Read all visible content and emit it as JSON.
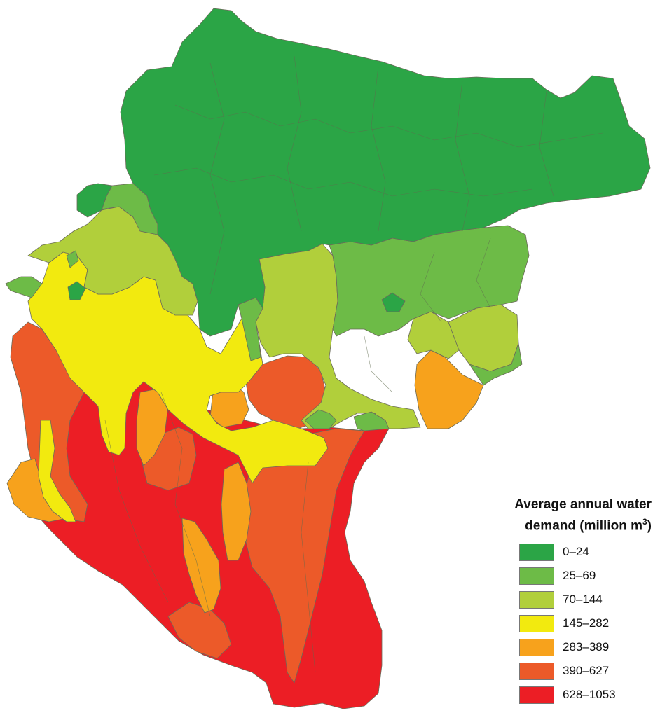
{
  "legend": {
    "title_line1": "Average annual water",
    "title_line2": "demand (million m",
    "title_sup": "3",
    "title_close": ")",
    "classes": [
      {
        "label": "0–24",
        "color": "#2ba546"
      },
      {
        "label": "25–69",
        "color": "#6dbb47"
      },
      {
        "label": "70–144",
        "color": "#b1cf3b"
      },
      {
        "label": "145–282",
        "color": "#f2ea0f"
      },
      {
        "label": "283–389",
        "color": "#f7a21c"
      },
      {
        "label": "390–627",
        "color": "#ec5a29"
      },
      {
        "label": "628–1053",
        "color": "#ec1e25"
      }
    ]
  }
}
